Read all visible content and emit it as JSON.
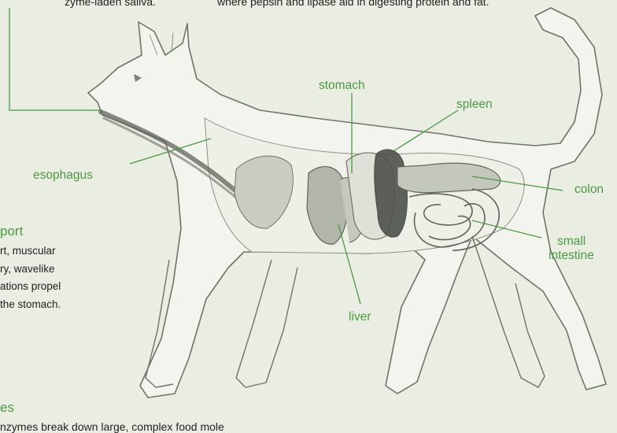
{
  "captions": {
    "top_left": "zyme-laden saliva.",
    "top_right": "where pepsin and lipase aid in digesting protein and fat."
  },
  "labels": {
    "esophagus": "esophagus",
    "stomach": "stomach",
    "spleen": "spleen",
    "colon": "colon",
    "small_intestine_line1": "small",
    "small_intestine_line2": "intestine",
    "liver": "liver"
  },
  "sidebar": {
    "transport_heading": "port",
    "transport_lines": [
      "rt, muscular",
      "ry, wavelike",
      "ations propel",
      " the stomach."
    ],
    "enzymes_heading": "es",
    "enzymes_partial": "nzymes break down large, complex food mole"
  },
  "colors": {
    "background": "#e9ede2",
    "label_green": "#4a9a3f",
    "sketch_line": "#6f7468"
  }
}
